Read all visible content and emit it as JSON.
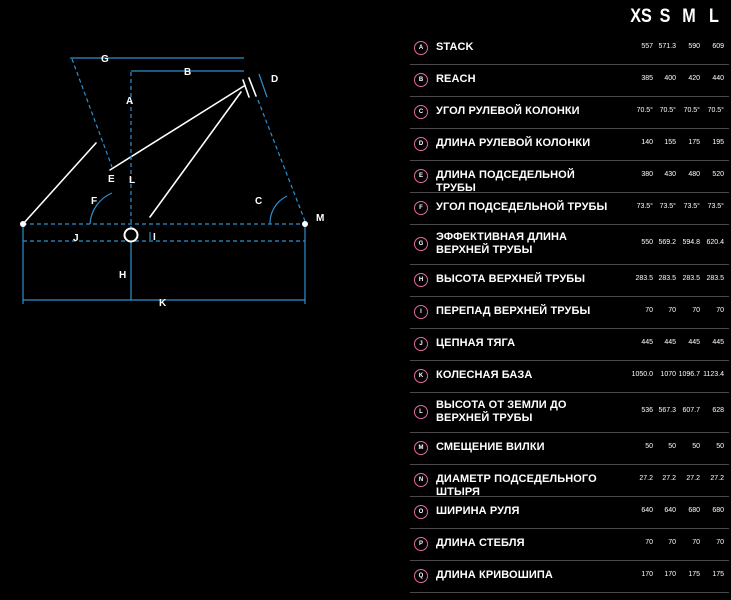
{
  "sizes": [
    "XS",
    "S",
    "M",
    "L"
  ],
  "rows": [
    {
      "code": "A",
      "label": "STACK",
      "values": [
        "557",
        "571.3",
        "590",
        "609"
      ]
    },
    {
      "code": "B",
      "label": "REACH",
      "values": [
        "385",
        "400",
        "420",
        "440"
      ]
    },
    {
      "code": "C",
      "label": "УГОЛ РУЛЕВОЙ КОЛОНКИ",
      "values": [
        "70.5°",
        "70.5°",
        "70.5°",
        "70.5°"
      ]
    },
    {
      "code": "D",
      "label": "ДЛИНА РУЛЕВОЙ КОЛОНКИ",
      "values": [
        "140",
        "155",
        "175",
        "195"
      ]
    },
    {
      "code": "E",
      "label": "ДЛИНА ПОДСЕДЕЛЬНОЙ ТРУБЫ",
      "values": [
        "380",
        "430",
        "480",
        "520"
      ]
    },
    {
      "code": "F",
      "label": "УГОЛ ПОДСЕДЕЛЬНОЙ ТРУБЫ",
      "values": [
        "73.5°",
        "73.5°",
        "73.5°",
        "73.5°"
      ]
    },
    {
      "code": "G",
      "label": "ЭФФЕКТИВНАЯ ДЛИНА ВЕРХНЕЙ ТРУБЫ",
      "values": [
        "550",
        "569.2",
        "594.8",
        "620.4"
      ]
    },
    {
      "code": "H",
      "label": "ВЫСОТА ВЕРХНЕЙ ТРУБЫ",
      "values": [
        "283.5",
        "283.5",
        "283.5",
        "283.5"
      ]
    },
    {
      "code": "I",
      "label": "ПЕРЕПАД ВЕРХНЕЙ ТРУБЫ",
      "values": [
        "70",
        "70",
        "70",
        "70"
      ]
    },
    {
      "code": "J",
      "label": "ЦЕПНАЯ ТЯГА",
      "values": [
        "445",
        "445",
        "445",
        "445"
      ]
    },
    {
      "code": "K",
      "label": "КОЛЕСНАЯ БАЗА",
      "values": [
        "1050.0",
        "1070",
        "1096.7",
        "1123.4"
      ]
    },
    {
      "code": "L",
      "label": "ВЫСОТА ОТ ЗЕМЛИ ДО ВЕРХНЕЙ ТРУБЫ",
      "values": [
        "536",
        "567.3",
        "607.7",
        "628"
      ]
    },
    {
      "code": "M",
      "label": "СМЕЩЕНИЕ ВИЛКИ",
      "values": [
        "50",
        "50",
        "50",
        "50"
      ]
    },
    {
      "code": "N",
      "label": "ДИАМЕТР ПОДСЕДЕЛЬНОГО ШТЫРЯ",
      "values": [
        "27.2",
        "27.2",
        "27.2",
        "27.2"
      ]
    },
    {
      "code": "O",
      "label": "ШИРИНА РУЛЯ",
      "values": [
        "640",
        "640",
        "680",
        "680"
      ]
    },
    {
      "code": "P",
      "label": "ДЛИНА СТЕБЛЯ",
      "values": [
        "70",
        "70",
        "70",
        "70"
      ]
    },
    {
      "code": "Q",
      "label": "ДЛИНА КРИВОШИПА",
      "values": [
        "170",
        "170",
        "175",
        "175"
      ]
    }
  ],
  "diagram": {
    "labels": {
      "A": "A",
      "B": "B",
      "C": "C",
      "D": "D",
      "E": "E",
      "F": "F",
      "G": "G",
      "H": "H",
      "I": "I",
      "J": "J",
      "K": "K",
      "L": "L",
      "M": "M"
    }
  },
  "colors": {
    "background": "#000000",
    "dimension_lines": "#2d8fd0",
    "frame": "#ffffff",
    "badge_ring": "#e86aa8",
    "divider": "#4a4a4a"
  }
}
